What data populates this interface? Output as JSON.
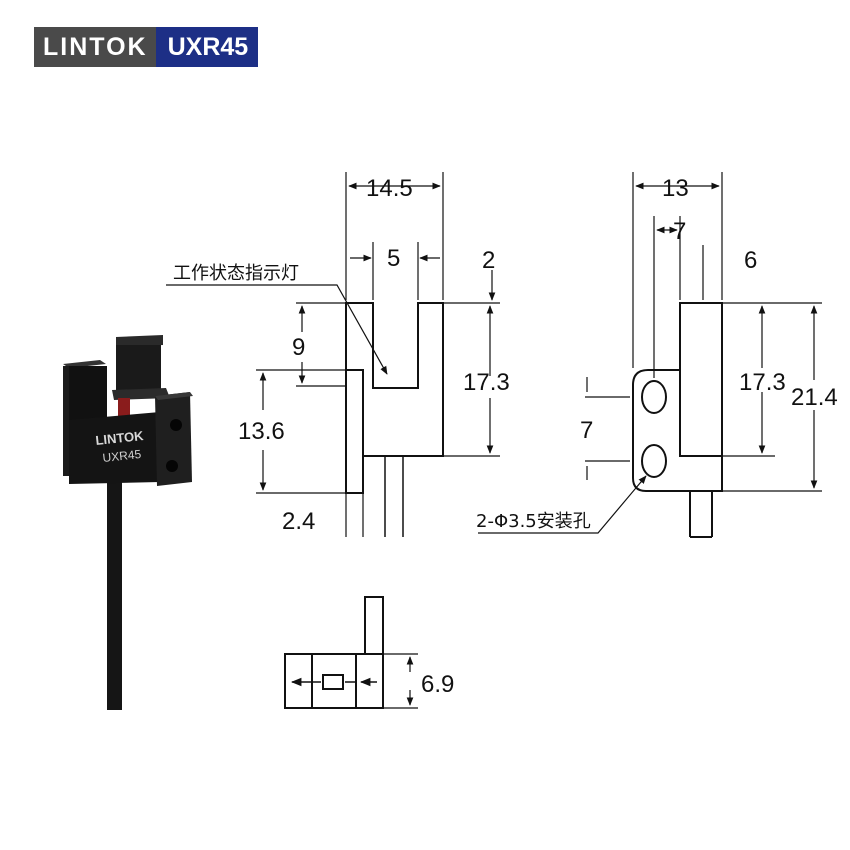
{
  "brand": {
    "company": "LINTOK",
    "model": "UXR45"
  },
  "product": {
    "body_text_brand": "LINTOK",
    "body_text_model": "UXR45"
  },
  "dimensions": {
    "front_overall_width": "14.5",
    "slot_width": "5",
    "top_offset": "2",
    "slot_depth": "9",
    "left_part_height": "13.6",
    "front_body_height": "17.3",
    "bottom_step": "2.4",
    "side_overall_width": "13",
    "side_inner_width": "7",
    "side_thickness": "6",
    "side_body_height": "17.3",
    "side_total_height": "21.4",
    "hole_pitch": "7",
    "bottom_height": "6.9"
  },
  "labels": {
    "indicator_light": "工作状态指示灯",
    "mount_holes": "2-Φ3.5安装孔"
  },
  "colors": {
    "brand_gray": "#4a4a4a",
    "brand_blue": "#1d2f86",
    "line": "#111111"
  }
}
